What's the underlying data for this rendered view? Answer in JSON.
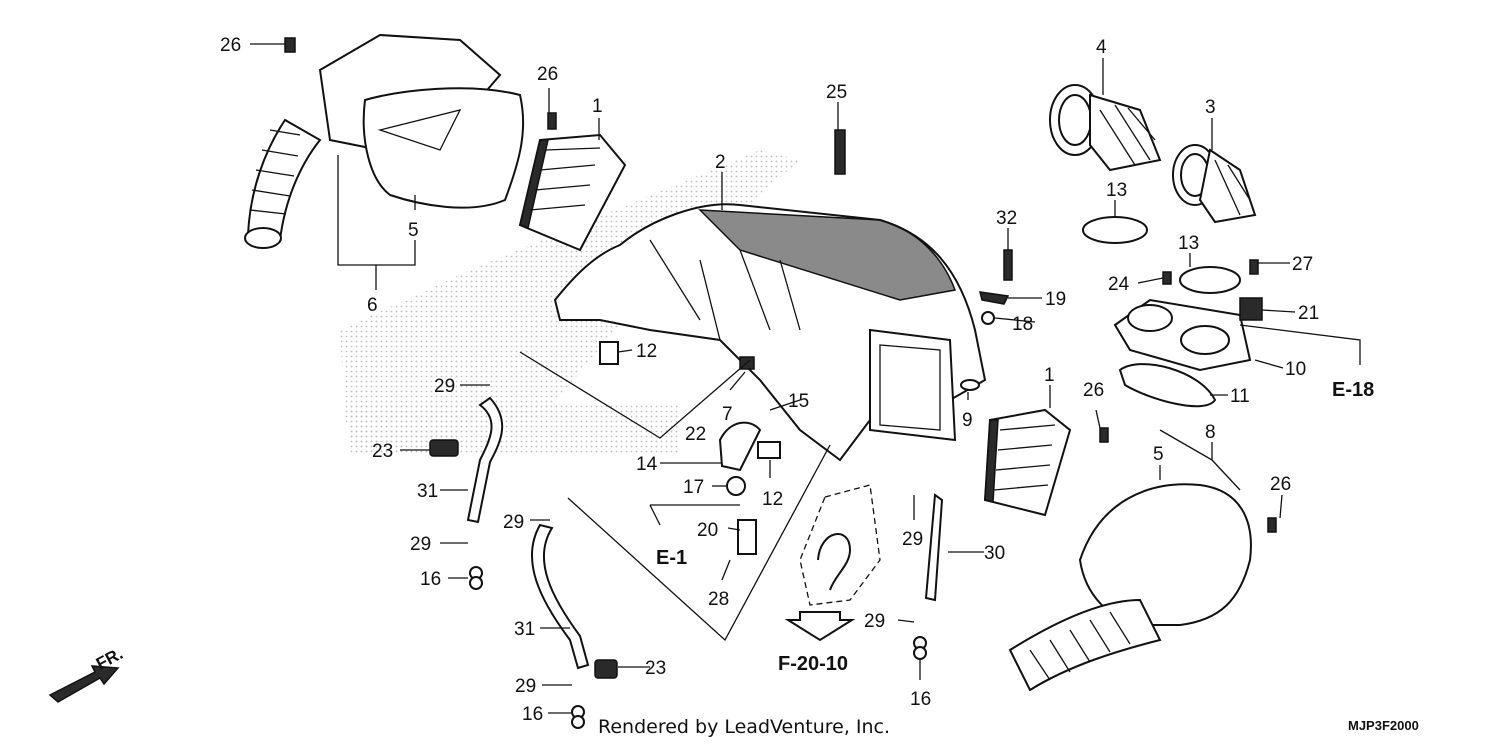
{
  "callouts": [
    "26",
    "26",
    "1",
    "25",
    "2",
    "4",
    "3",
    "13",
    "32",
    "13",
    "27",
    "24",
    "19",
    "18",
    "21",
    "5",
    "6",
    "12",
    "29",
    "22",
    "7",
    "15",
    "23",
    "14",
    "31",
    "17",
    "12",
    "29",
    "20",
    "29",
    "16",
    "28",
    "31",
    "29",
    "23",
    "16",
    "9",
    "1",
    "26",
    "10",
    "11",
    "8",
    "5",
    "26",
    "30",
    "29",
    "29",
    "16"
  ],
  "references": {
    "e18": "E-18",
    "e1": "E-1",
    "f2010": "F-20-10"
  },
  "front_marker": "FR.",
  "footer": {
    "credit": "Rendered by LeadVenture, Inc.",
    "code": "MJP3F2000"
  },
  "colors": {
    "line": "#111111",
    "watermark": "#c8c8c8"
  }
}
